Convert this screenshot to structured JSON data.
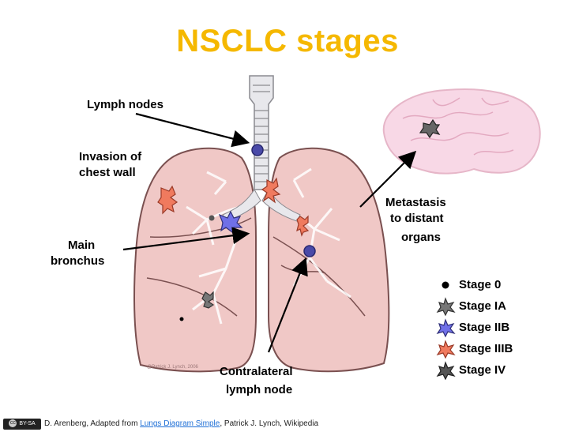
{
  "title": "NSCLC stages",
  "labels": {
    "lymph_nodes": "Lymph nodes",
    "invasion_line1": "Invasion of",
    "invasion_line2": "chest wall",
    "main_line1": "Main",
    "main_line2": "bronchus",
    "metastasis_line1": "Metastasis",
    "metastasis_line2": "to distant",
    "metastasis_line3": "organs",
    "contralateral_line1": "Contralateral",
    "contralateral_line2": "lymph node",
    "watermark": "@Patrick J. Lynch, 2006"
  },
  "legend": [
    {
      "label": "Stage 0",
      "symbol": "dot",
      "color": "#000000"
    },
    {
      "label": "Stage IA",
      "symbol": "blob",
      "color": "#555555"
    },
    {
      "label": "Stage IIB",
      "symbol": "blob",
      "color": "#7070e8"
    },
    {
      "label": "Stage IIIB",
      "symbol": "blob",
      "color": "#f07a5e"
    },
    {
      "label": "Stage IV",
      "symbol": "blob",
      "color": "#666666"
    }
  ],
  "footer": {
    "license": "BY-SA",
    "credit_prefix": "D. Arenberg, Adapted from ",
    "credit_link": "Lungs Diagram Simple",
    "credit_suffix": ", Patrick J. Lynch, Wikipedia"
  },
  "colors": {
    "title": "#f5b800",
    "lung_fill": "#f0c8c6",
    "lung_stroke": "#7a5050",
    "brain_fill": "#f8d8e6",
    "trachea_fill": "#e8e8ec",
    "node_fill": "#4a4aa8"
  }
}
